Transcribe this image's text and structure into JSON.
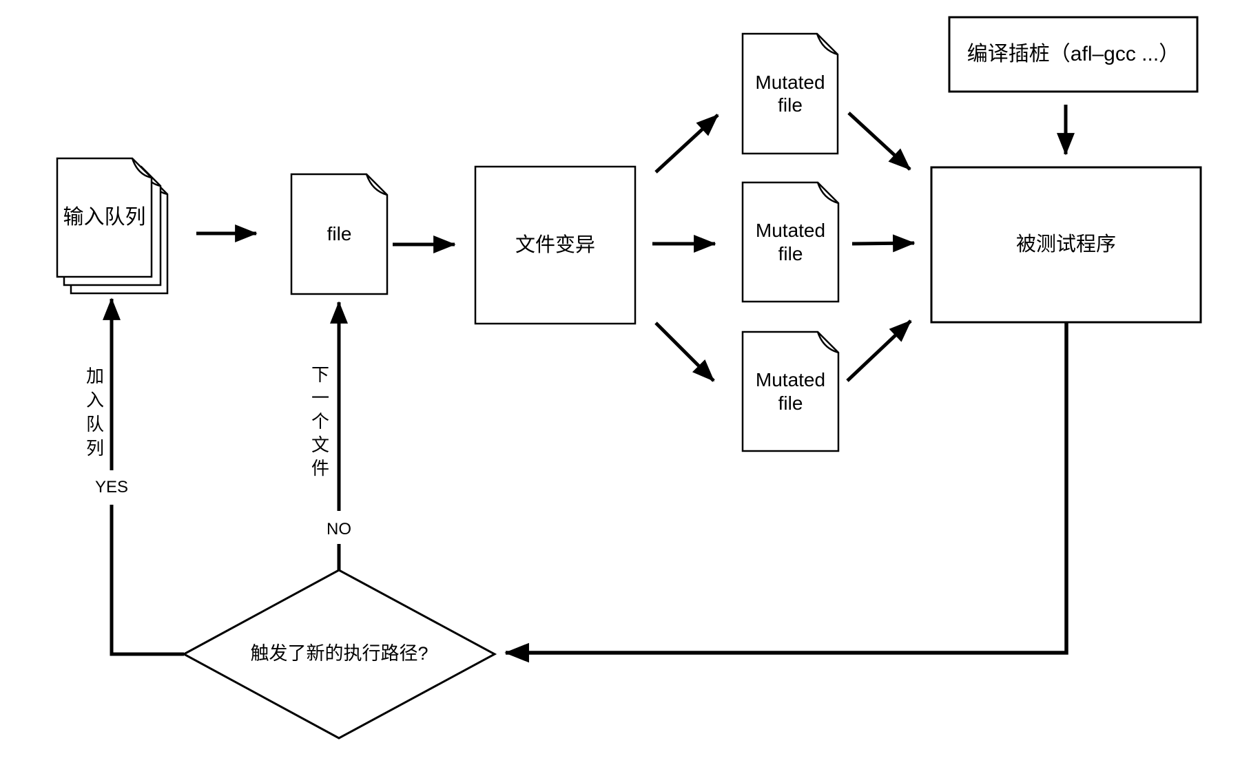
{
  "page": {
    "background": "#ffffff"
  },
  "diagram": {
    "line_color": "#000000",
    "text_color": "#000000",
    "nodes": {
      "input_queue": {
        "label": "输入队列",
        "shape": "document-stack"
      },
      "file": {
        "label": "file",
        "shape": "document"
      },
      "mutation": {
        "label": "文件变异",
        "shape": "rectangle"
      },
      "mutated_file_top": {
        "label": "Mutated file",
        "shape": "document"
      },
      "mutated_file_middle": {
        "label": "Mutated file",
        "shape": "document"
      },
      "mutated_file_bottom": {
        "label": "Mutated file",
        "shape": "document"
      },
      "instrumentation": {
        "label": "编译插桩（afl–gcc ...）",
        "shape": "rectangle"
      },
      "target_program": {
        "label": "被测试程序",
        "shape": "rectangle"
      },
      "decision": {
        "label": "触发了新的执行路径?",
        "shape": "diamond"
      }
    },
    "edge_labels": {
      "yes": "YES",
      "no": "NO",
      "add_to_queue": "加\n入\n队\n列",
      "next_file": "下\n一\n个\n文\n件"
    }
  }
}
